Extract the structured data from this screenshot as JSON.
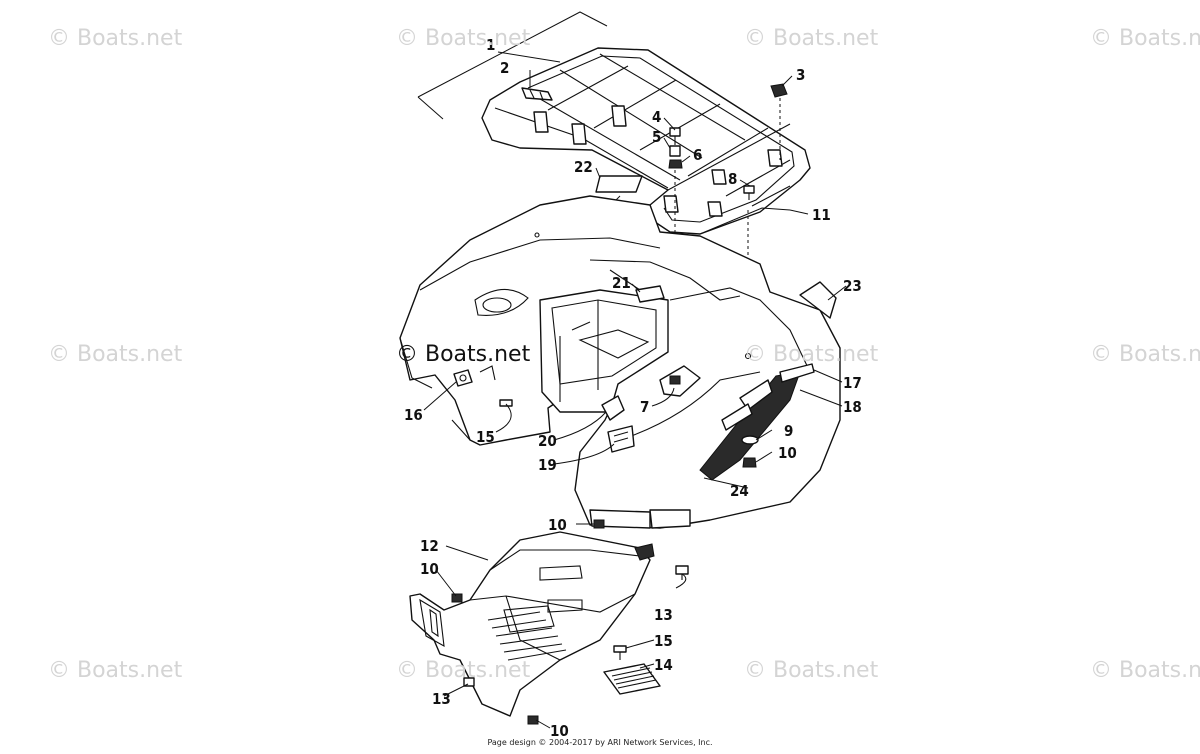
{
  "watermark": "© Boats.net",
  "footer_text": "Page design © 2004-2017 by ARI Network Services, Inc.",
  "callouts": [
    "1",
    "2",
    "3",
    "4",
    "5",
    "6",
    "22",
    "8",
    "11",
    "21",
    "23",
    "17",
    "18",
    "16",
    "15",
    "7",
    "20",
    "19",
    "9",
    "10",
    "24",
    "10",
    "12",
    "10",
    "13",
    "15",
    "14",
    "13",
    "10"
  ],
  "colors": {
    "line": "#111111",
    "watermark": "#d4d4d4",
    "background": "#ffffff"
  }
}
